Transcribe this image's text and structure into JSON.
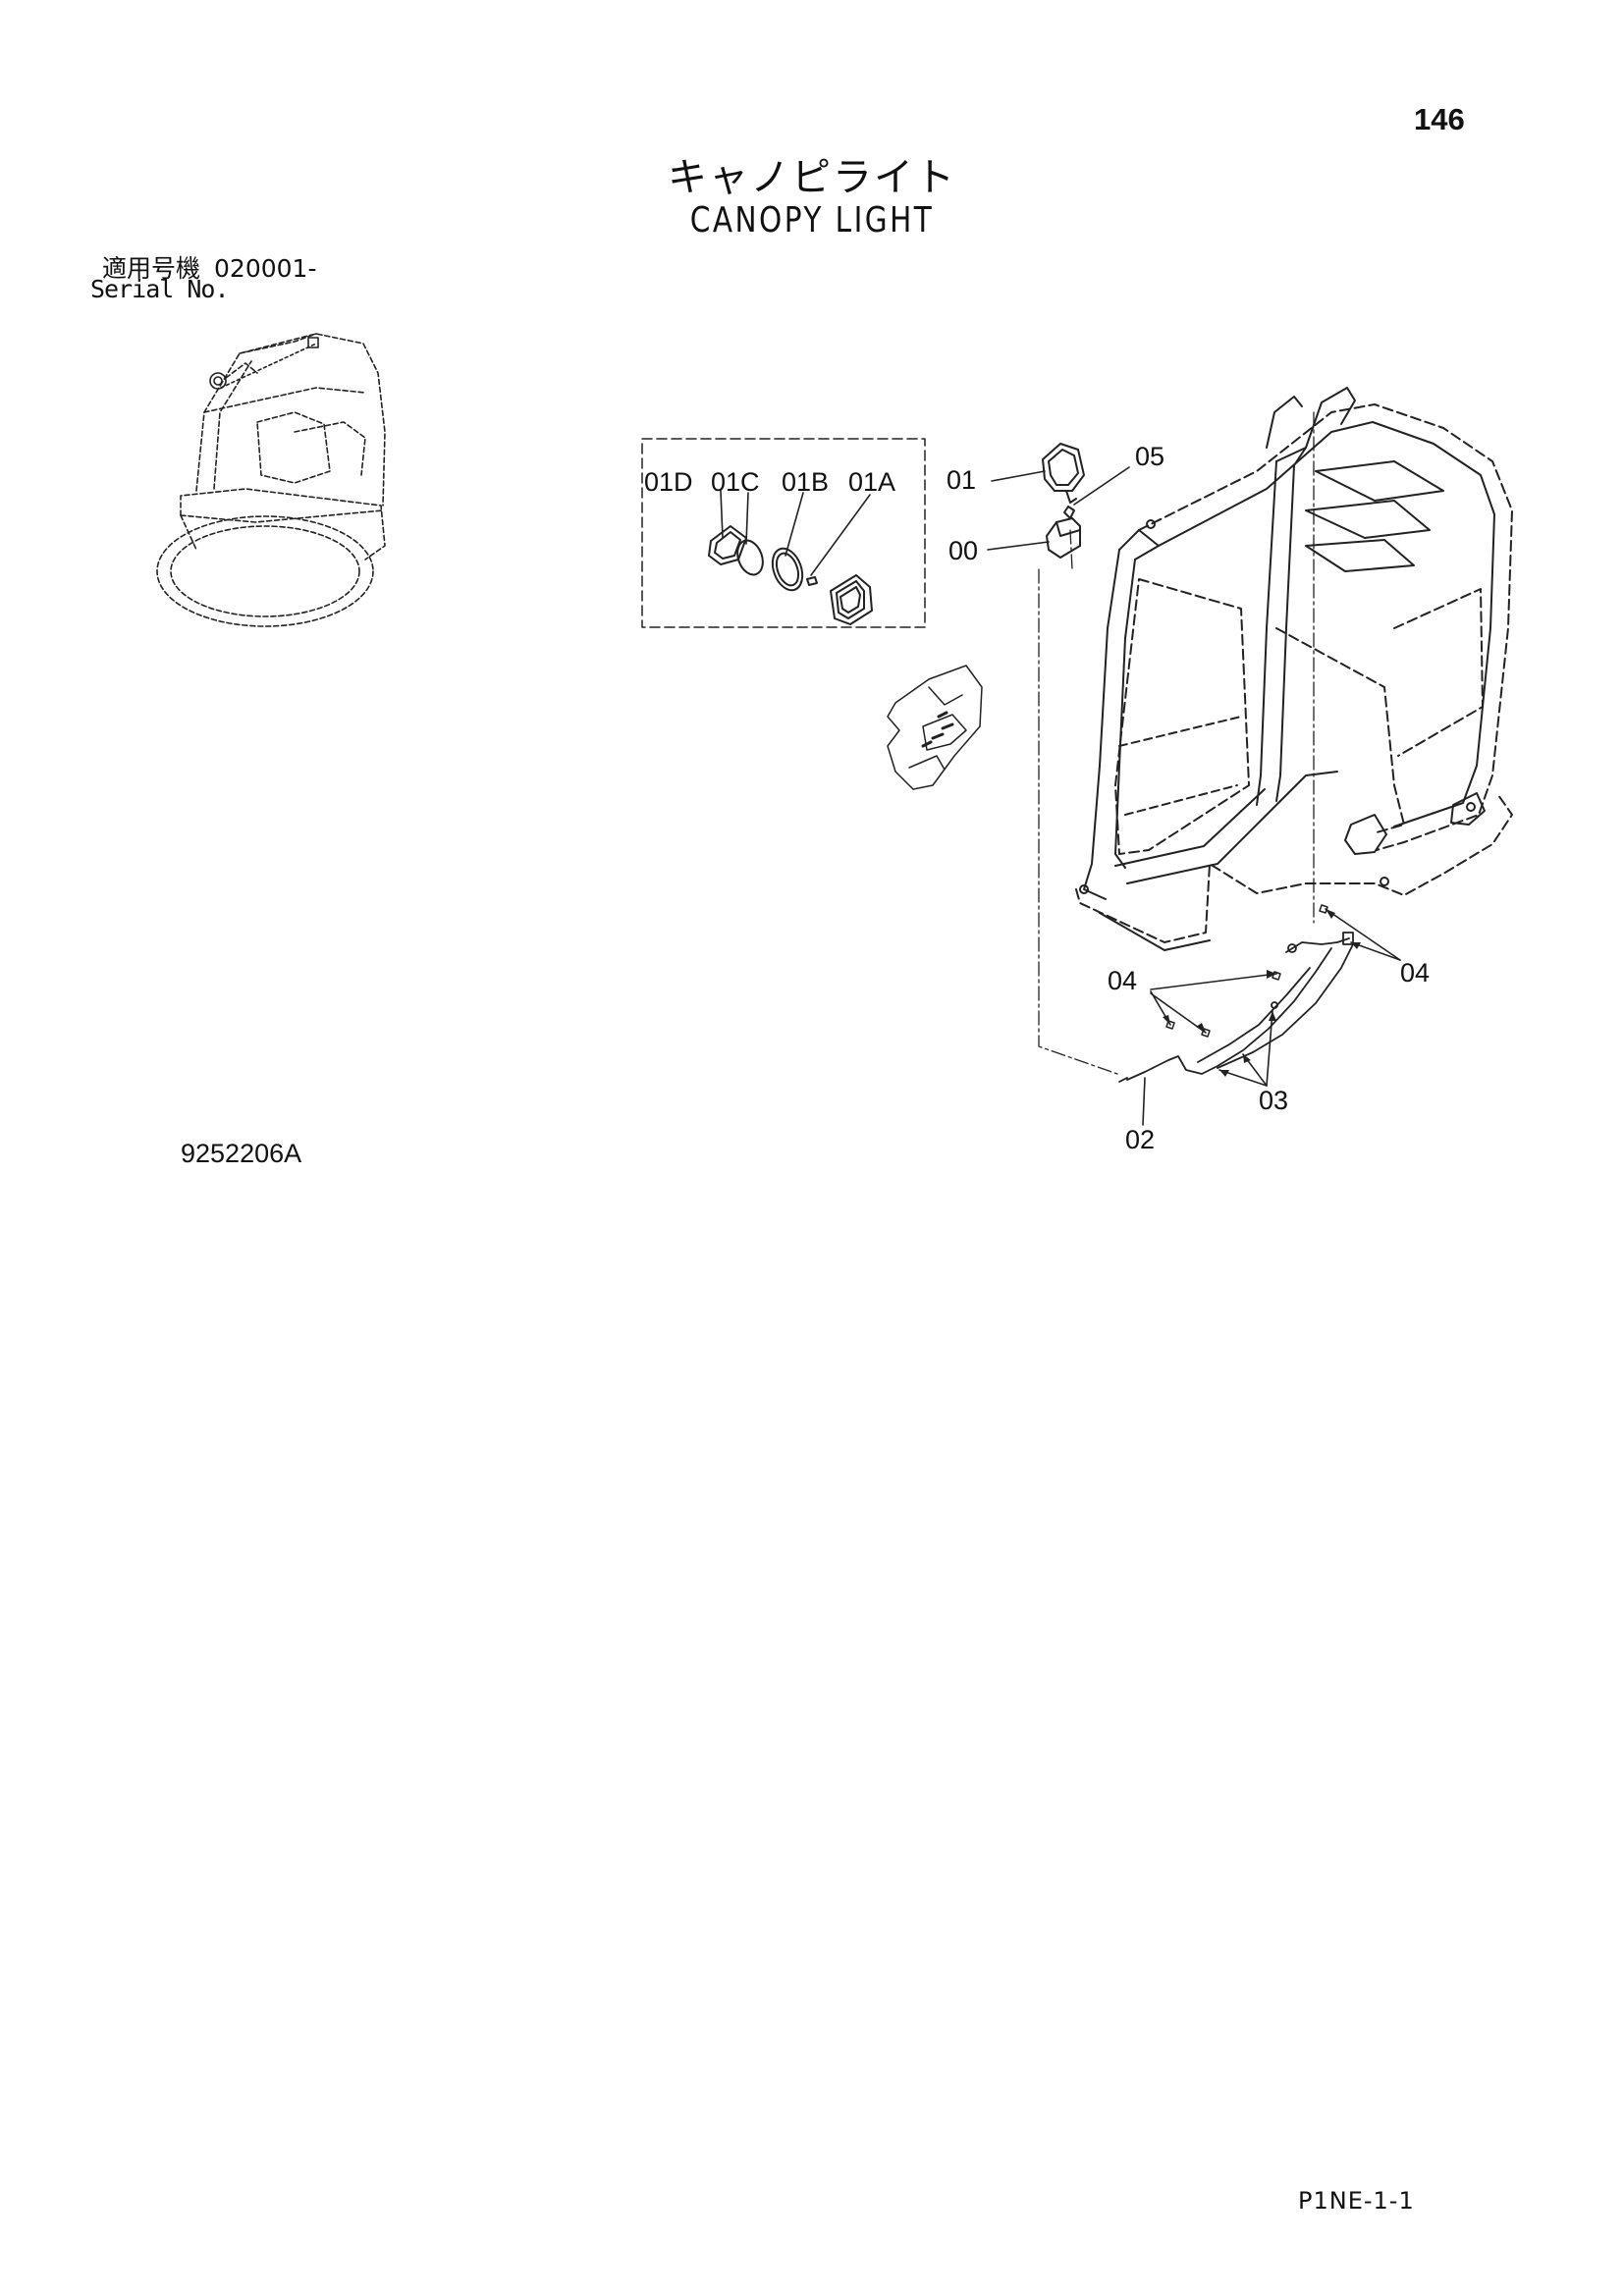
{
  "page_number": "146",
  "title_jp": "キャノピライト",
  "title_en": "CANOPY LIGHT",
  "serial": {
    "label_jp": "適用号機",
    "value": "020001-",
    "label_en": "Serial No."
  },
  "part_labels": {
    "p01D": "01D",
    "p01C": "01C",
    "p01B": "01B",
    "p01A": "01A",
    "p01": "01",
    "p05": "05",
    "p00": "00",
    "p04_left": "04",
    "p04_right": "04",
    "p03": "03",
    "p02": "02"
  },
  "drawing_number": "9252206A",
  "page_code": "P1NE-1-1",
  "colors": {
    "line": "#222222",
    "background": "#ffffff"
  }
}
